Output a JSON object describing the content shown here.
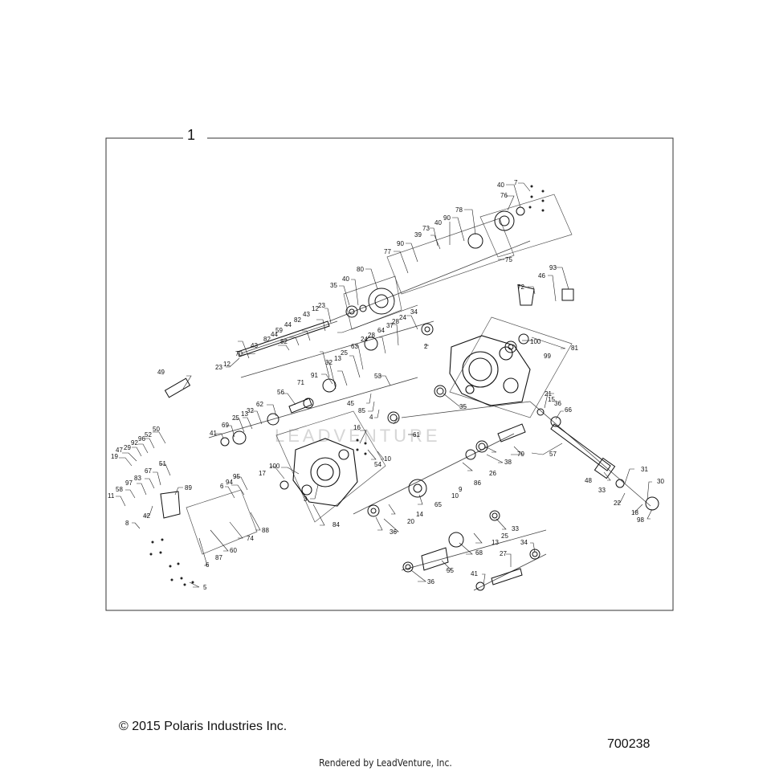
{
  "diagram": {
    "assembly_number": "1",
    "watermark": "LEADVENTURE",
    "callouts": [
      {
        "id": "c7",
        "label": "7"
      },
      {
        "id": "c40a",
        "label": "40"
      },
      {
        "id": "c76",
        "label": "76"
      },
      {
        "id": "c78",
        "label": "78"
      },
      {
        "id": "c90a",
        "label": "90"
      },
      {
        "id": "c40b",
        "label": "40"
      },
      {
        "id": "c73",
        "label": "73"
      },
      {
        "id": "c39",
        "label": "39"
      },
      {
        "id": "c90b",
        "label": "90"
      },
      {
        "id": "c77",
        "label": "77"
      },
      {
        "id": "c75",
        "label": "75"
      },
      {
        "id": "c80",
        "label": "80"
      },
      {
        "id": "c40c",
        "label": "40"
      },
      {
        "id": "c35a",
        "label": "35"
      },
      {
        "id": "c93",
        "label": "93"
      },
      {
        "id": "c46",
        "label": "46"
      },
      {
        "id": "c72",
        "label": "72"
      },
      {
        "id": "c23a",
        "label": "23"
      },
      {
        "id": "c12a",
        "label": "12"
      },
      {
        "id": "c43a",
        "label": "43"
      },
      {
        "id": "c82a",
        "label": "82"
      },
      {
        "id": "c44a",
        "label": "44"
      },
      {
        "id": "c82b",
        "label": "82"
      },
      {
        "id": "c44b",
        "label": "44"
      },
      {
        "id": "c59",
        "label": "59"
      },
      {
        "id": "c82c",
        "label": "82"
      },
      {
        "id": "c43b",
        "label": "43"
      },
      {
        "id": "c70",
        "label": "70"
      },
      {
        "id": "c23b",
        "label": "23"
      },
      {
        "id": "c12b",
        "label": "12"
      },
      {
        "id": "c34a",
        "label": "34"
      },
      {
        "id": "c24a",
        "label": "24"
      },
      {
        "id": "c28a",
        "label": "28"
      },
      {
        "id": "c37",
        "label": "37"
      },
      {
        "id": "c64",
        "label": "64"
      },
      {
        "id": "c28b",
        "label": "28"
      },
      {
        "id": "c24b",
        "label": "24"
      },
      {
        "id": "c63",
        "label": "63"
      },
      {
        "id": "c25a",
        "label": "25"
      },
      {
        "id": "c13a",
        "label": "13"
      },
      {
        "id": "c32a",
        "label": "32"
      },
      {
        "id": "c81",
        "label": "81"
      },
      {
        "id": "c99",
        "label": "99"
      },
      {
        "id": "c100a",
        "label": "100"
      },
      {
        "id": "c2",
        "label": "2"
      },
      {
        "id": "c49",
        "label": "49"
      },
      {
        "id": "c91",
        "label": "91"
      },
      {
        "id": "c71",
        "label": "71"
      },
      {
        "id": "c53",
        "label": "53"
      },
      {
        "id": "c56",
        "label": "56"
      },
      {
        "id": "c45",
        "label": "45"
      },
      {
        "id": "c85",
        "label": "85"
      },
      {
        "id": "c4",
        "label": "4"
      },
      {
        "id": "c35b",
        "label": "35"
      },
      {
        "id": "c21",
        "label": "21"
      },
      {
        "id": "c15",
        "label": "15"
      },
      {
        "id": "c36a",
        "label": "36"
      },
      {
        "id": "c66",
        "label": "66"
      },
      {
        "id": "c62",
        "label": "62"
      },
      {
        "id": "c32b",
        "label": "32"
      },
      {
        "id": "c13b",
        "label": "13"
      },
      {
        "id": "c25b",
        "label": "25"
      },
      {
        "id": "c69",
        "label": "69"
      },
      {
        "id": "c41a",
        "label": "41"
      },
      {
        "id": "c61",
        "label": "61"
      },
      {
        "id": "c16",
        "label": "16"
      },
      {
        "id": "c10a",
        "label": "10"
      },
      {
        "id": "c54",
        "label": "54"
      },
      {
        "id": "c79",
        "label": "79"
      },
      {
        "id": "c38",
        "label": "38"
      },
      {
        "id": "c57",
        "label": "57"
      },
      {
        "id": "c50",
        "label": "50"
      },
      {
        "id": "c52",
        "label": "52"
      },
      {
        "id": "c96",
        "label": "96"
      },
      {
        "id": "c92",
        "label": "92"
      },
      {
        "id": "c29",
        "label": "29"
      },
      {
        "id": "c47",
        "label": "47"
      },
      {
        "id": "c19",
        "label": "19"
      },
      {
        "id": "c51",
        "label": "51"
      },
      {
        "id": "c67",
        "label": "67"
      },
      {
        "id": "c83",
        "label": "83"
      },
      {
        "id": "c97",
        "label": "97"
      },
      {
        "id": "c58",
        "label": "58"
      },
      {
        "id": "c11",
        "label": "11"
      },
      {
        "id": "c89",
        "label": "89"
      },
      {
        "id": "c42",
        "label": "42"
      },
      {
        "id": "c8",
        "label": "8"
      },
      {
        "id": "c95",
        "label": "95"
      },
      {
        "id": "c94",
        "label": "94"
      },
      {
        "id": "c6a",
        "label": "6"
      },
      {
        "id": "c100b",
        "label": "100"
      },
      {
        "id": "c17",
        "label": "17"
      },
      {
        "id": "c3",
        "label": "3"
      },
      {
        "id": "c26",
        "label": "26"
      },
      {
        "id": "c86",
        "label": "86"
      },
      {
        "id": "c9",
        "label": "9"
      },
      {
        "id": "c10b",
        "label": "10"
      },
      {
        "id": "c48",
        "label": "48"
      },
      {
        "id": "c31",
        "label": "31"
      },
      {
        "id": "c30",
        "label": "30"
      },
      {
        "id": "c33a",
        "label": "33"
      },
      {
        "id": "c22",
        "label": "22"
      },
      {
        "id": "c18",
        "label": "18"
      },
      {
        "id": "c98",
        "label": "98"
      },
      {
        "id": "c65",
        "label": "65"
      },
      {
        "id": "c14",
        "label": "14"
      },
      {
        "id": "c20",
        "label": "20"
      },
      {
        "id": "c36b",
        "label": "36"
      },
      {
        "id": "c84",
        "label": "84"
      },
      {
        "id": "c88",
        "label": "88"
      },
      {
        "id": "c74",
        "label": "74"
      },
      {
        "id": "c60",
        "label": "60"
      },
      {
        "id": "c87",
        "label": "87"
      },
      {
        "id": "c6b",
        "label": "6"
      },
      {
        "id": "c5",
        "label": "5"
      },
      {
        "id": "c33b",
        "label": "33"
      },
      {
        "id": "c25c",
        "label": "25"
      },
      {
        "id": "c13c",
        "label": "13"
      },
      {
        "id": "c68",
        "label": "68"
      },
      {
        "id": "c34b",
        "label": "34"
      },
      {
        "id": "c27",
        "label": "27"
      },
      {
        "id": "c55",
        "label": "55"
      },
      {
        "id": "c36c",
        "label": "36"
      },
      {
        "id": "c41b",
        "label": "41"
      }
    ]
  },
  "footer": {
    "copyright": "© 2015 Polaris Industries Inc.",
    "diagram_number": "700238",
    "rendered_by": "Rendered by LeadVenture, Inc."
  }
}
